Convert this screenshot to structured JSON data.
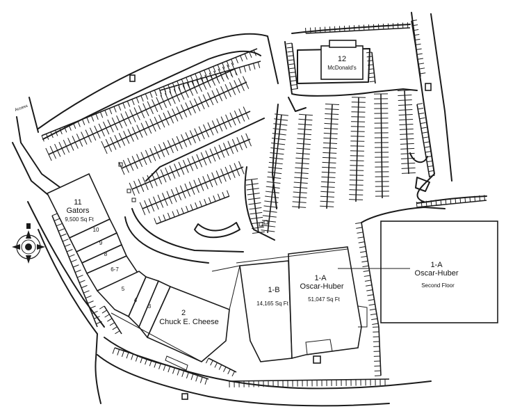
{
  "tenants": [
    {
      "id": "11",
      "name": "Gators",
      "size": "9,500 Sq Ft"
    },
    {
      "id": "10"
    },
    {
      "id": "9"
    },
    {
      "id": "8"
    },
    {
      "id": "6-7"
    },
    {
      "id": "5"
    },
    {
      "id": "4"
    },
    {
      "id": "3"
    },
    {
      "id": "2",
      "name": "Chuck E. Cheese"
    },
    {
      "id": "1-B",
      "size": "14,165 Sq Ft"
    },
    {
      "id": "1-A",
      "name": "Oscar-Huber",
      "size": "51,047 Sq Ft"
    },
    {
      "id": "12",
      "name": "McDonald's"
    }
  ],
  "second_floor": {
    "id": "1-A",
    "name": "Oscar-Huber",
    "note": "Second Floor"
  },
  "access_label": "Access",
  "colors": {
    "line": "#1a1a1a",
    "background": "#ffffff"
  },
  "icons": {
    "compass": "compass-rose-icon"
  }
}
